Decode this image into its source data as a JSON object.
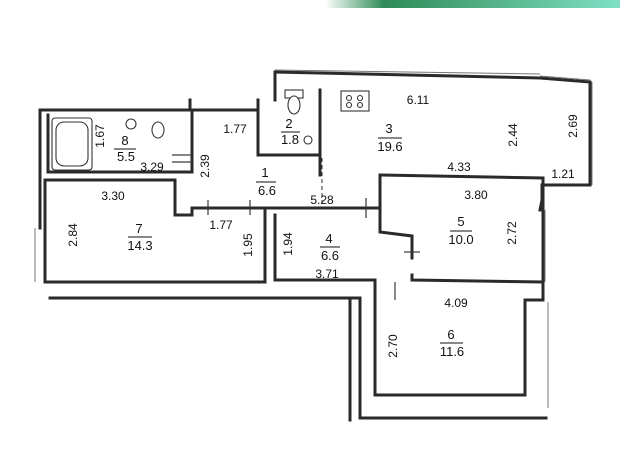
{
  "header": {
    "gradient_start": "#ffffff",
    "gradient_end": "#7fe0c4",
    "accent": "#2e8b57"
  },
  "rooms": [
    {
      "id": "1",
      "number": "1",
      "area": "6.6"
    },
    {
      "id": "2",
      "number": "2",
      "area": "1.8"
    },
    {
      "id": "3",
      "number": "3",
      "area": "19.6"
    },
    {
      "id": "4",
      "number": "4",
      "area": "6.6"
    },
    {
      "id": "5",
      "number": "5",
      "area": "10.0"
    },
    {
      "id": "6",
      "number": "6",
      "area": "11.6"
    },
    {
      "id": "7",
      "number": "7",
      "area": "14.3"
    },
    {
      "id": "8",
      "number": "8",
      "area": "5.5"
    }
  ],
  "dimensions": {
    "r3_top": "6.11",
    "r3_right": "2.69",
    "r3_inner": "2.44",
    "r3_bottom": "4.33",
    "r3_step": "1.21",
    "r8_width": "3.29",
    "r8_height": "1.67",
    "corridor_top": "1.77",
    "r1_height": "2.39",
    "r1_bottom": "5.28",
    "r7_top": "3.30",
    "r7_left": "2.84",
    "r7_door": "1.77",
    "r7_right": "1.95",
    "r4_left": "1.94",
    "r4_bottom": "3.71",
    "r5_top": "3.80",
    "r5_right": "2.72",
    "r6_top": "4.09",
    "r6_left": "2.70"
  }
}
